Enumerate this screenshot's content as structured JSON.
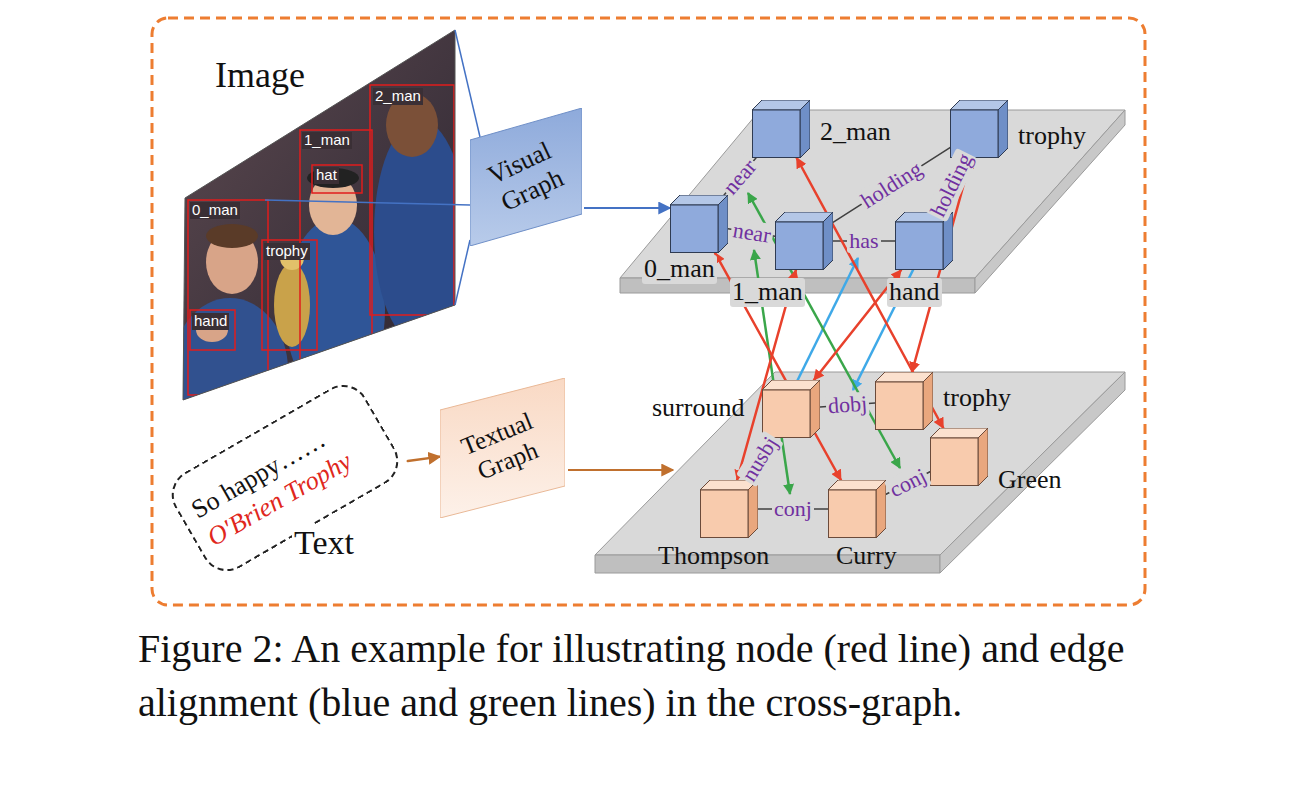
{
  "diagram": {
    "caption": "Figure 2: An example for illustrating node (red line) and edge alignment (blue and green lines) in the cross-graph.",
    "nodes": [
      {
        "text": [
          "Visual Graph"
        ]
      },
      {
        "text": [
          "So happy……",
          "O'Brien Trophy"
        ]
      },
      {
        "text": [
          "Textual Graph"
        ]
      },
      {
        "text": [
          "2_man"
        ]
      },
      {
        "text": [
          "trophy"
        ]
      },
      {
        "text": [
          "0_man"
        ]
      },
      {
        "text": [
          "1_man"
        ]
      },
      {
        "text": [
          "hand"
        ]
      },
      {
        "text": [
          "surround"
        ]
      },
      {
        "text": [
          "trophy"
        ]
      },
      {
        "text": [
          "Green"
        ]
      },
      {
        "text": [
          "Thompson"
        ]
      },
      {
        "text": [
          "Curry"
        ]
      }
    ],
    "edges": [
      {
        "from": 1,
        "to": 2,
        "arrow": "to"
      },
      {
        "from": 5,
        "to": 3,
        "label": "near",
        "arrow": "none"
      },
      {
        "from": 5,
        "to": 6,
        "label": "near",
        "arrow": "none"
      },
      {
        "from": 6,
        "to": 4,
        "label": "holding",
        "arrow": "none"
      },
      {
        "from": 6,
        "to": 7,
        "label": "has",
        "arrow": "none"
      },
      {
        "from": 7,
        "to": 4,
        "label": "holding",
        "arrow": "none"
      },
      {
        "from": 8,
        "to": 9,
        "label": "dobj",
        "arrow": "none"
      },
      {
        "from": 8,
        "to": 11,
        "label": "nusbj",
        "arrow": "none"
      },
      {
        "from": 11,
        "to": 12,
        "label": "conj",
        "arrow": "none"
      },
      {
        "from": 12,
        "to": 10,
        "label": "conj",
        "arrow": "none"
      },
      {
        "from": 3,
        "to": 10,
        "arrow": "both"
      },
      {
        "from": 4,
        "to": 9,
        "arrow": "both"
      },
      {
        "from": 7,
        "to": 8,
        "arrow": "both"
      },
      {
        "from": 5,
        "to": 12,
        "arrow": "both"
      },
      {
        "from": 6,
        "to": 11,
        "arrow": "both"
      }
    ],
    "labels": [
      "Image",
      "0_man",
      "hat",
      "1_man",
      "2_man",
      "trophy",
      "hand",
      "Text"
    ]
  }
}
